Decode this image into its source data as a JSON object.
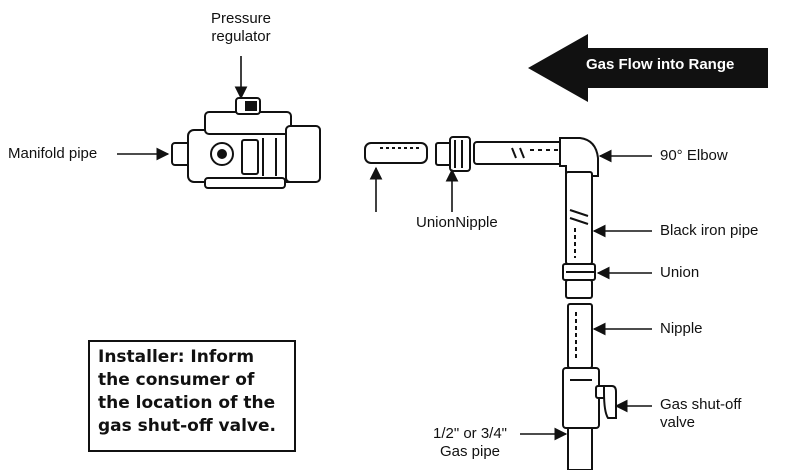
{
  "labels": {
    "pressure_regulator": [
      "Pressure",
      "regulator"
    ],
    "manifold_pipe": "Manifold pipe",
    "union_nipple": "UnionNipple",
    "elbow": "90° Elbow",
    "black_iron_pipe": "Black iron pipe",
    "union": "Union",
    "nipple": "Nipple",
    "gas_shutoff_valve": [
      "Gas shut-off",
      "valve"
    ],
    "gas_pipe": [
      "1/2\" or 3/4\"",
      "Gas pipe"
    ]
  },
  "flow_banner": "Gas Flow into Range",
  "installer_note": [
    "Installer: Inform",
    "the consumer of",
    "the location of the",
    "gas shut-off valve."
  ],
  "colors": {
    "ink": "#111111",
    "background": "#ffffff",
    "banner": "#111111"
  }
}
